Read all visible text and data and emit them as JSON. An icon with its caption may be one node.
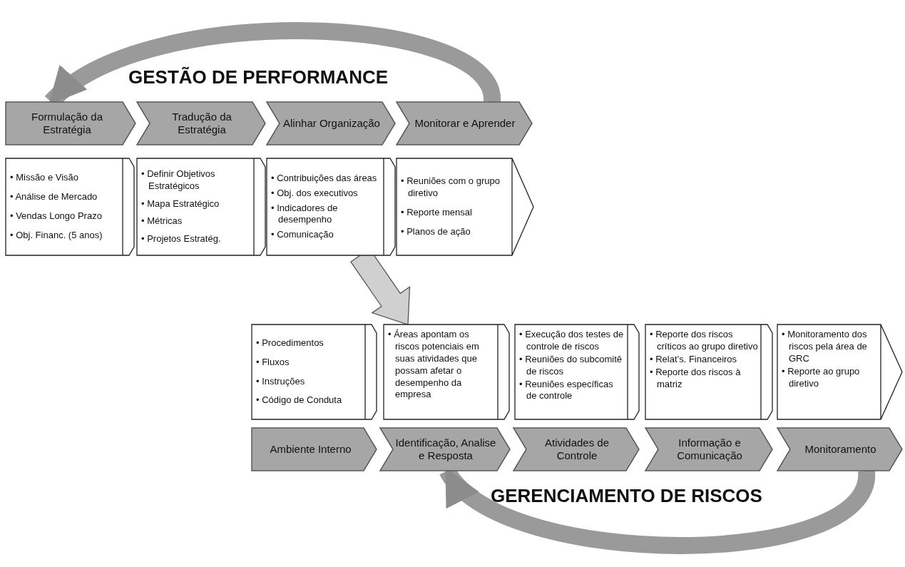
{
  "diagram": {
    "nodes": [
      {
        "text": [
          "Formulação da Estratégia"
        ]
      },
      {
        "text": [
          "Tradução da Estratégia"
        ]
      },
      {
        "text": [
          "Alinhar Organização"
        ]
      },
      {
        "text": [
          "Monitorar e Aprender"
        ]
      },
      {
        "text": [
          "• Missão e Visão",
          "• Análise de Mercado",
          "• Vendas Longo Prazo",
          "• Obj. Financ. (5 anos)"
        ]
      },
      {
        "text": [
          "• Definir Objetivos Estratégicos",
          "• Mapa Estratégico",
          "• Métricas",
          "• Projetos Estratég."
        ]
      },
      {
        "text": [
          "• Contribuições das áreas",
          "• Obj. dos executivos",
          "• Indicadores de desempenho",
          "• Comunicação"
        ]
      },
      {
        "text": [
          "• Reuniões com o grupo diretivo",
          "• Reporte mensal",
          "• Planos de ação"
        ]
      },
      {
        "text": [
          "• Procedimentos",
          "• Fluxos",
          "• Instruções",
          "• Código de Conduta"
        ]
      },
      {
        "text": [
          "• Áreas apontam os riscos potenciais em suas atividades que possam afetar o desempenho da empresa"
        ]
      },
      {
        "text": [
          "• Execução dos testes de controle de riscos",
          "• Reuniões do subcomitê de riscos",
          "• Reuniões específicas de controle"
        ]
      },
      {
        "text": [
          "• Reporte dos riscos críticos ao grupo diretivo",
          "• Relat’s. Financeiros",
          "• Reporte dos riscos à matriz"
        ]
      },
      {
        "text": [
          "• Monitoramento dos riscos pela área de GRC",
          "• Reporte ao grupo diretivo"
        ]
      },
      {
        "text": [
          "Ambiente Interno"
        ]
      },
      {
        "text": [
          "Identificação, Analise e Resposta"
        ]
      },
      {
        "text": [
          "Atividades de Controle"
        ]
      },
      {
        "text": [
          "Informação e Comunicação"
        ]
      },
      {
        "text": [
          "Monitoramento"
        ]
      }
    ],
    "edges": [
      {
        "from": 3,
        "to": 0,
        "arrow": "to"
      },
      {
        "from": 6,
        "to": 9,
        "arrow": "to"
      },
      {
        "from": 17,
        "to": 14,
        "arrow": "to"
      }
    ],
    "labels": [
      "GESTÃO DE PERFORMANCE",
      "GERENCIAMENTO DE RISCOS"
    ]
  }
}
